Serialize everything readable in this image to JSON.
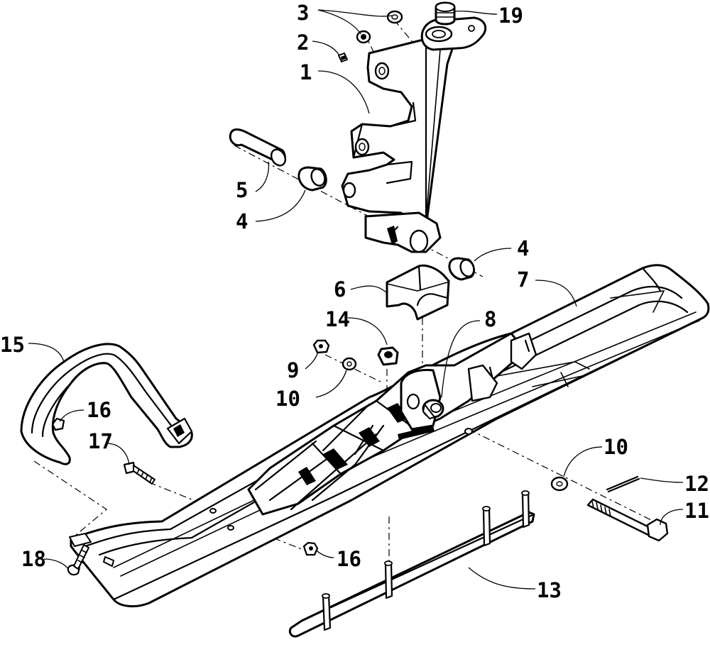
{
  "callouts": {
    "c1": "1",
    "c2": "2",
    "c3": "3",
    "c4a": "4",
    "c4b": "4",
    "c5": "5",
    "c6": "6",
    "c7": "7",
    "c8": "8",
    "c9": "9",
    "c10a": "10",
    "c10b": "10",
    "c11": "11",
    "c12": "12",
    "c13": "13",
    "c14": "14",
    "c15": "15",
    "c16a": "16",
    "c16b": "16",
    "c17": "17",
    "c18": "18",
    "c19": "19"
  }
}
